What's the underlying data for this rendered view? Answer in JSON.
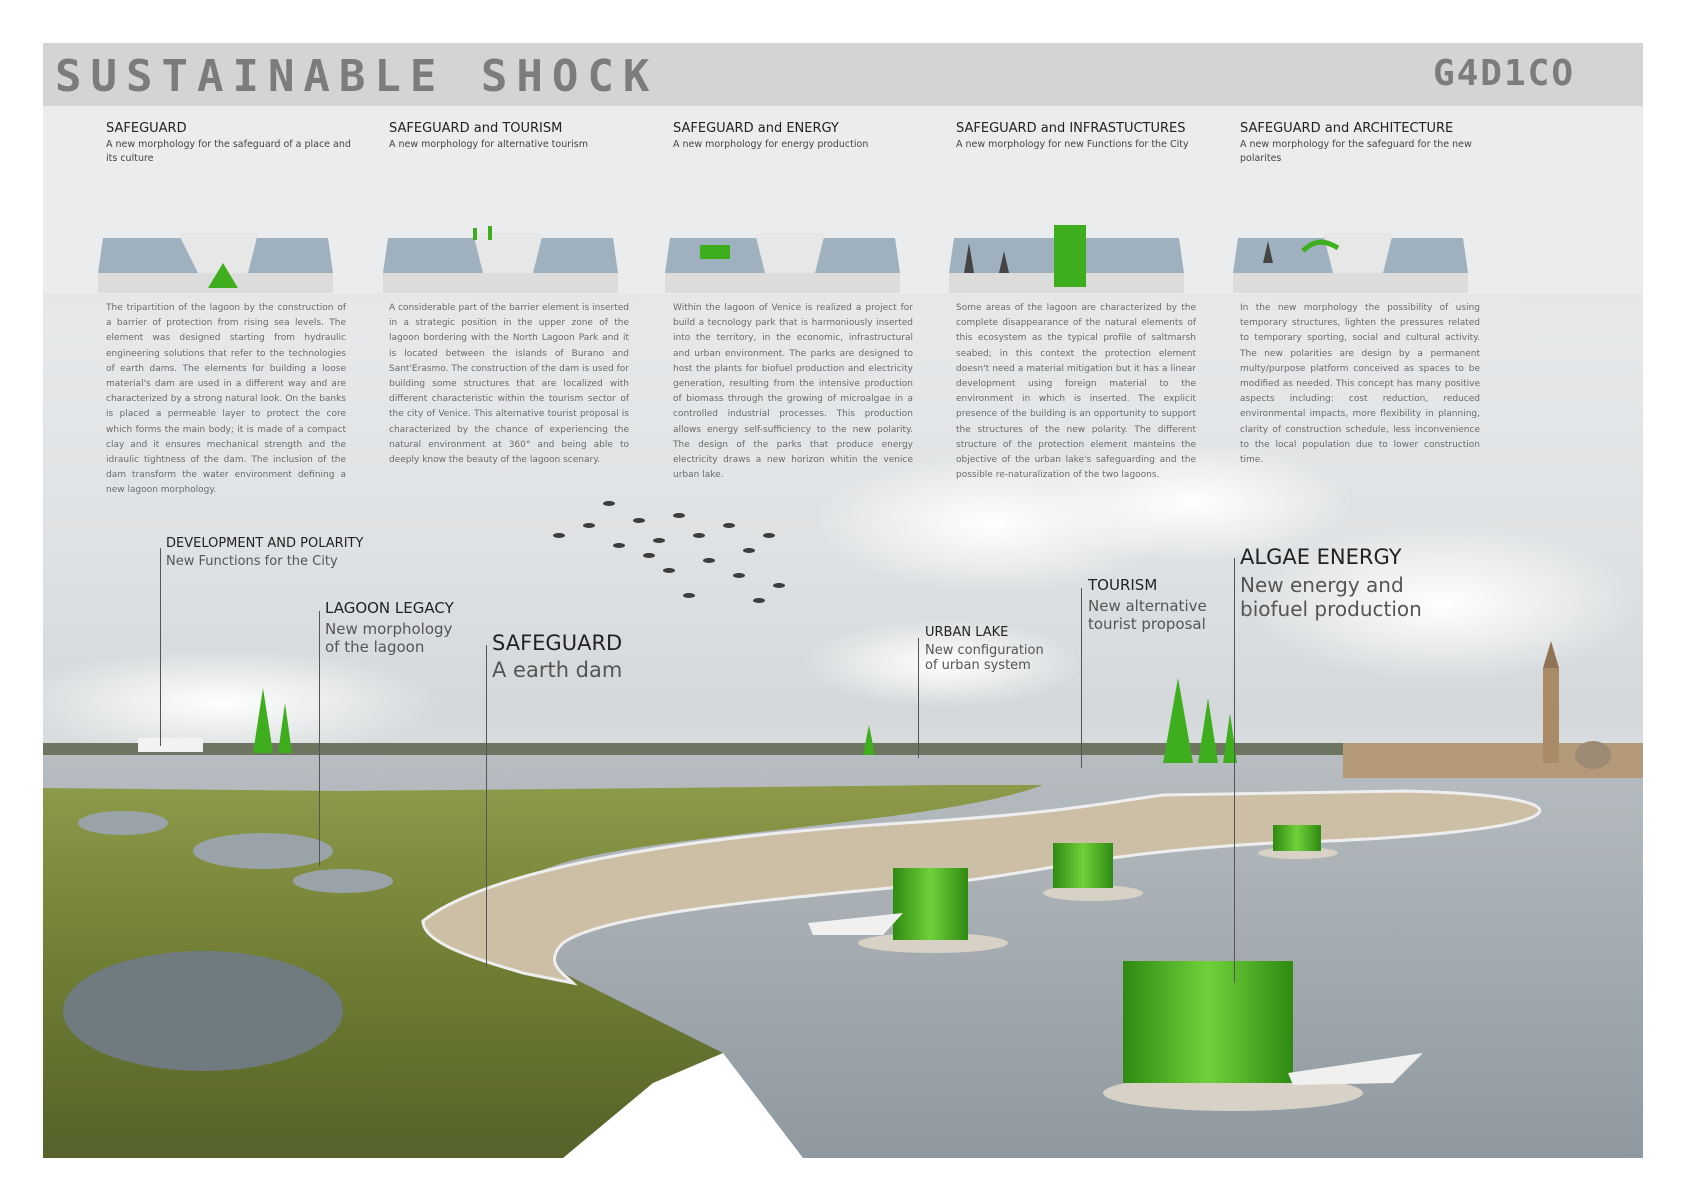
{
  "title": "SUSTAINABLE SHOCK",
  "team_code": "G4D1CO",
  "columns": [
    {
      "heading": "SAFEGUARD",
      "subtitle": "A new morphology for the safeguard of a place and its culture",
      "text": "The tripartition of the lagoon by the construction of a barrier of protection from rising sea levels. The element was designed starting from hydraulic engineering solutions that refer to the technologies of earth dams. The elements for building a loose material's dam are used in a different way and are characterized by a strong natural look. On the banks is placed a permeable layer to protect the core which forms the main body; it is made of a compact clay and it ensures mechanical strength and the idraulic tightness of the dam. The inclusion of the dam transform the water environment defining a new lagoon morphology."
    },
    {
      "heading": "SAFEGUARD and TOURISM",
      "subtitle": "A new morphology for alternative tourism",
      "text": "A considerable part of the barrier element is inserted in a strategic position in the upper zone of the lagoon bordering with the North Lagoon Park and it is located between the islands of Burano and Sant'Erasmo. The construction of the dam is used for building some structures that are localized with different characteristic within the tourism sector of the city of Venice. This alternative tourist proposal is characterized by the chance of experiencing the natural environment at 360° and being able to deeply know the beauty of the lagoon scenary."
    },
    {
      "heading": "SAFEGUARD and ENERGY",
      "subtitle": "A new morphology for energy production",
      "text": "Within the lagoon of Venice is realized a project for build a tecnology park that is harmoniously inserted into the territory, in the economic, infrastructural and urban environment. The parks are designed to host the plants for biofuel production and electricity generation, resulting from the intensive production of biomass through the growing of microalgae in a controlled industrial processes. This production allows energy self-sufficiency to the new polarity. The design of the parks that produce energy electricity draws a new horizon whitin the venice urban lake."
    },
    {
      "heading": "SAFEGUARD and INFRASTUCTURES",
      "subtitle": "A new morphology for new Functions for the City",
      "text": "Some areas of the lagoon are characterized by the complete disappearance of the natural elements of this ecosystem as the typical profile of saltmarsh seabed; in this context the protection element doesn't need a material mitigation but it has a linear development using foreign material to the environment in which is inserted. The explicit presence of the building is an opportunity to support the structures of the new polarity. The different structure of the protection element manteins the objective of the urban lake's safeguarding and the possible re-naturalization of the two lagoons."
    },
    {
      "heading": "SAFEGUARD and ARCHITECTURE",
      "subtitle": "A new morphology for the safeguard for the new polarites",
      "text": "In the new morphology the possibility of using temporary structures, lighten the pressures related to temporary sporting, social and cultural activity. The new polarities are design by a permanent multy/purpose platform conceived as spaces to be modified as needed. This concept has many positive aspects including: cost reduction, reduced environmental impacts, more flexibility in planning, clarity of construction schedule, less inconvenience to the local population due to lower construction time."
    }
  ],
  "labels": [
    {
      "title": "DEVELOPMENT AND POLARITY",
      "lines": [
        "New Functions for the City"
      ]
    },
    {
      "title": "LAGOON LEGACY",
      "lines": [
        "New morphology",
        "of the lagoon"
      ]
    },
    {
      "title": "SAFEGUARD",
      "lines": [
        "A earth dam"
      ]
    },
    {
      "title": "URBAN LAKE",
      "lines": [
        "New configuration",
        "of urban system"
      ]
    },
    {
      "title": "TOURISM",
      "lines": [
        "New alternative",
        "tourist proposal"
      ]
    },
    {
      "title": "ALGAE ENERGY",
      "lines": [
        "New energy and",
        "biofuel production"
      ]
    }
  ],
  "colors": {
    "accent_green": "#3fae1e",
    "header_bg": "#d2d4d6",
    "band_bg": "#eaeced",
    "water": "#a9b2b8",
    "grass": "#7d8a3c"
  }
}
